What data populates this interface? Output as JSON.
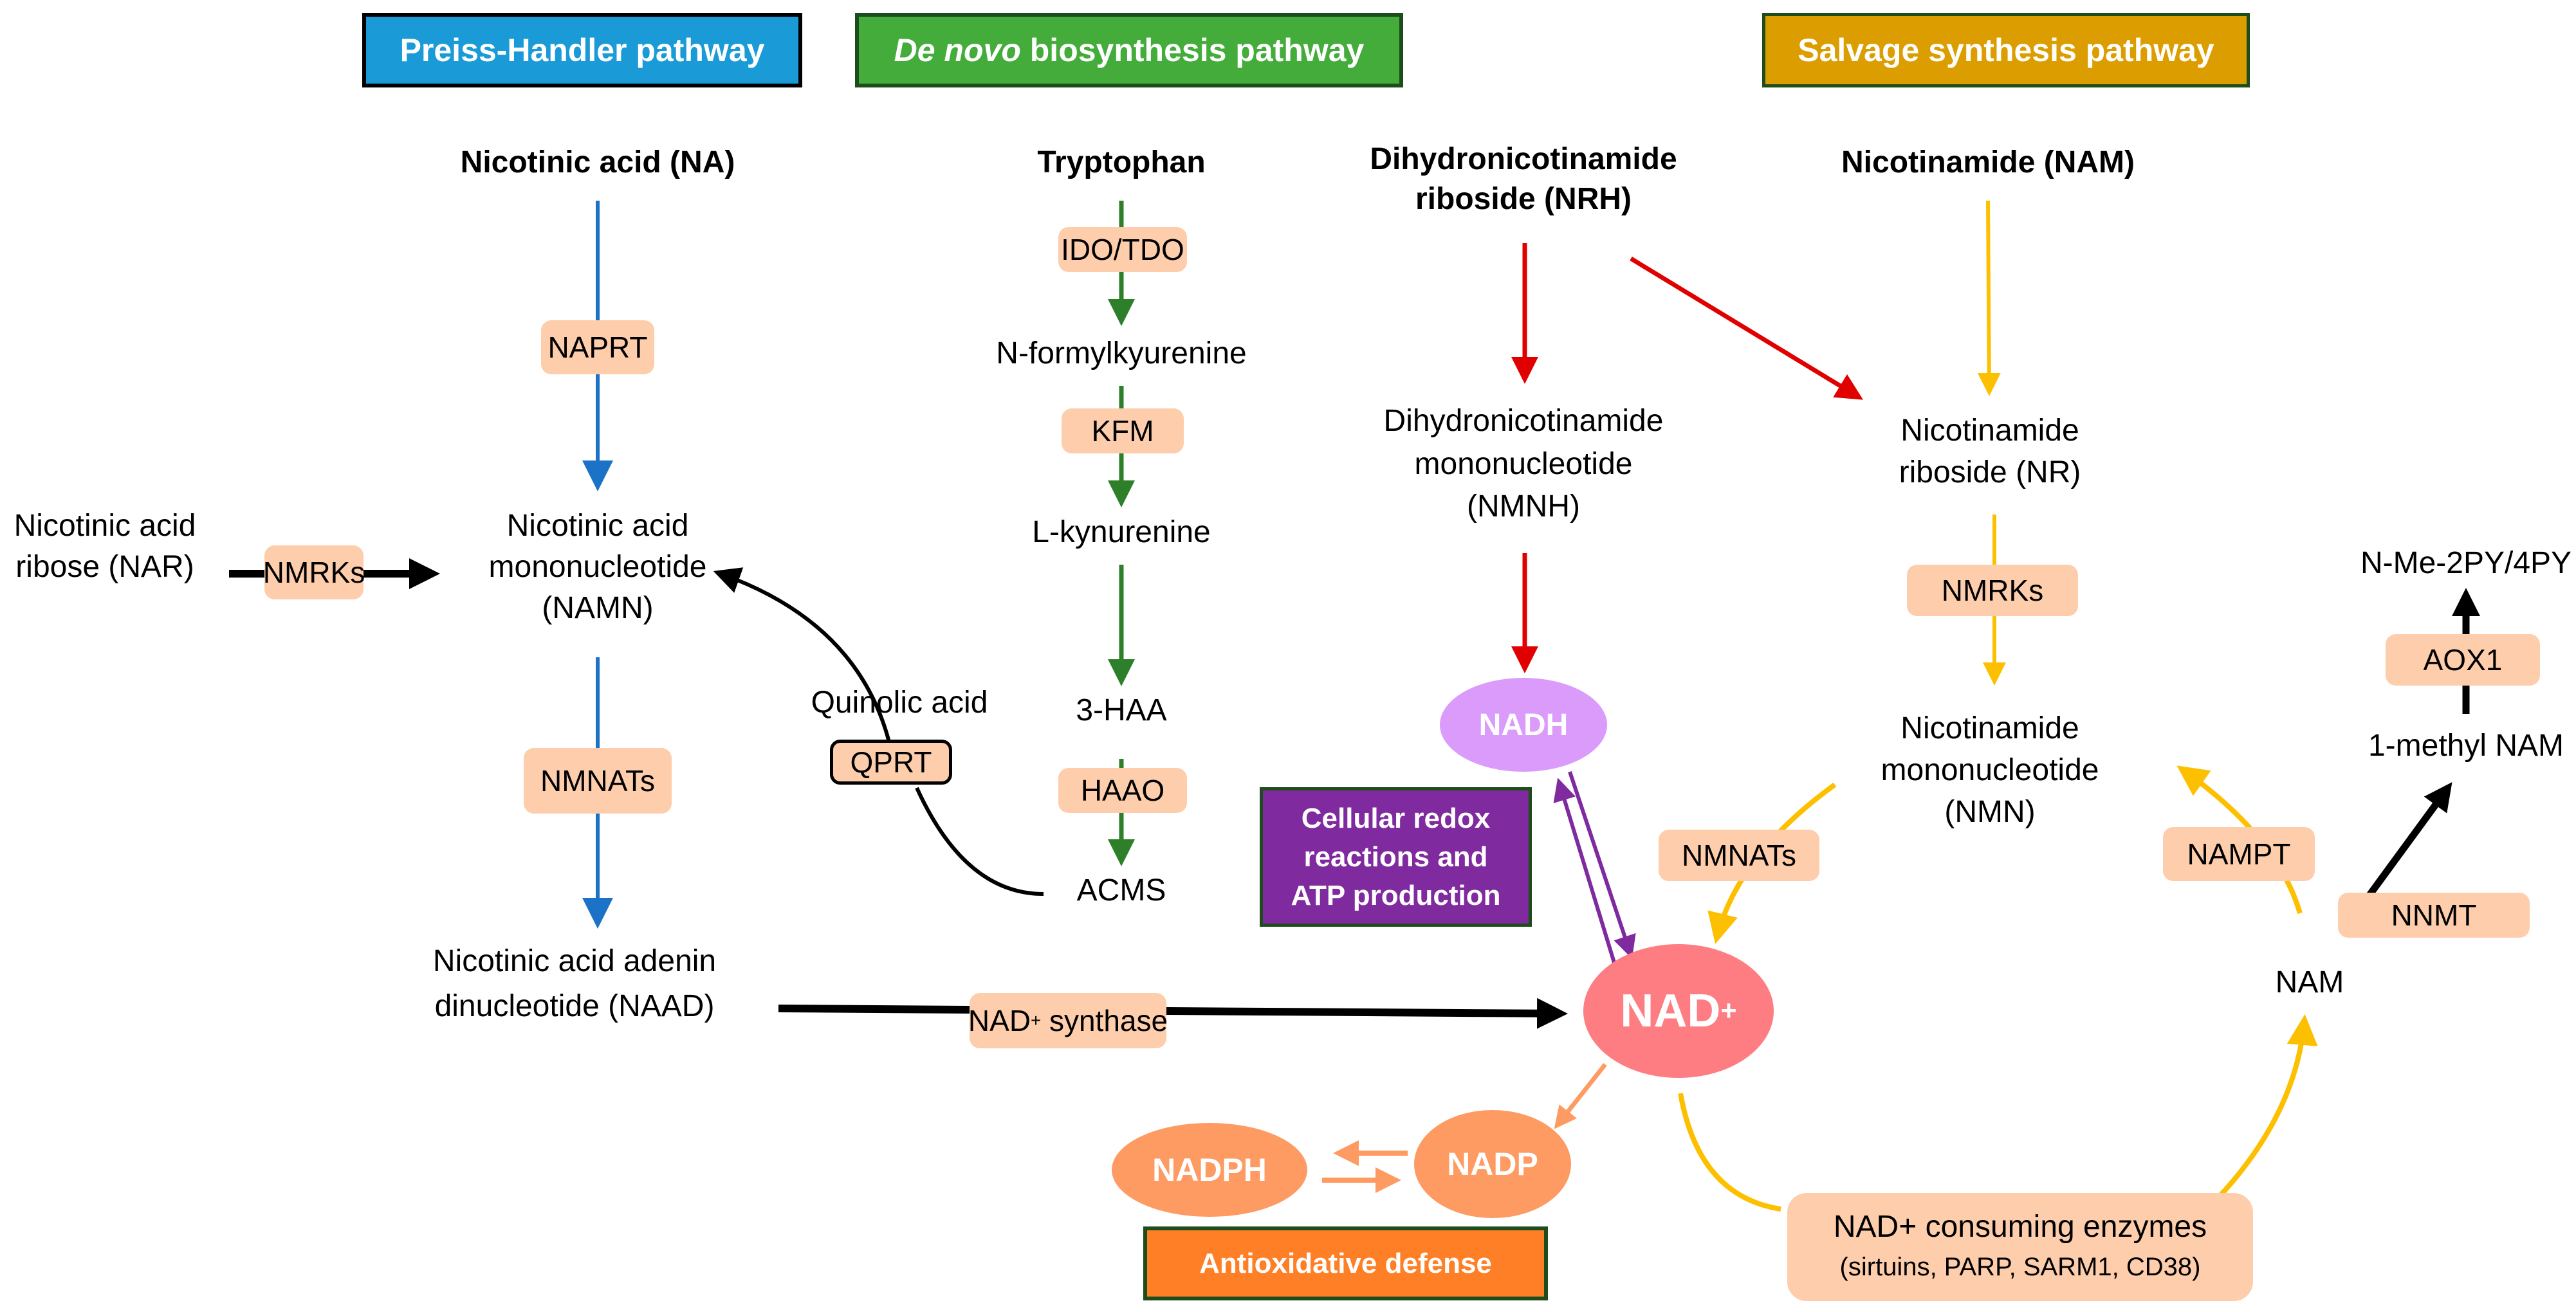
{
  "headers": {
    "preiss_handler": {
      "label": "Preiss-Handler pathway",
      "color": "#1a9bd7"
    },
    "de_novo": {
      "label_italic": "De novo",
      "label_rest": " biosynthesis pathway",
      "color": "#43ac3b"
    },
    "salvage": {
      "label": "Salvage synthesis pathway",
      "color": "#dc9d00"
    }
  },
  "sources": {
    "na": "Nicotinic acid (NA)",
    "tryptophan": "Tryptophan",
    "nrh_line1": "Dihydronicotinamide",
    "nrh_line2": "riboside (NRH)",
    "nam": "Nicotinamide (NAM)"
  },
  "metabolites": {
    "nar_line1": "Nicotinic acid",
    "nar_line2": "ribose (NAR)",
    "namn_line1": "Nicotinic acid",
    "namn_line2": "mononucleotide",
    "namn_line3": "(NAMN)",
    "naad_line1": "Nicotinic acid adenin",
    "naad_line2": "dinucleotide (NAAD)",
    "n_formylkynurenine": "N-formylkyurenine",
    "l_kynurenine": "L-kynurenine",
    "haa": "3-HAA",
    "acms": "ACMS",
    "quinolic_acid": "Quinolic acid",
    "nmnh_line1": "Dihydronicotinamide",
    "nmnh_line2": "mononucleotide",
    "nmnh_line3": "(NMNH)",
    "nr_line1": "Nicotinamide",
    "nr_line2": "riboside (NR)",
    "nmn_line1": "Nicotinamide",
    "nmn_line2": "mononucleotide",
    "nmn_line3": "(NMN)",
    "nam_recycled": "NAM",
    "methyl_nam": "1-methyl NAM",
    "n_me_py": "N-Me-2PY/4PY"
  },
  "enzymes": {
    "naprt": "NAPRT",
    "nmrks_left": "NMRKs",
    "nmnats_left": "NMNATs",
    "ido_tdo": "IDO/TDO",
    "kfm": "KFM",
    "haao": "HAAO",
    "qprt": "QPRT",
    "nad_synthase_base": "NAD",
    "nad_synthase_sup": "+",
    "nad_synthase_rest": " synthase",
    "nmrks_right": "NMRKs",
    "nmnats_right": "NMNATs",
    "nampt": "NAMPT",
    "nnmt": "NNMT",
    "aox1": "AOX1",
    "consuming_line1": "NAD+ consuming enzymes",
    "consuming_line2": "(sirtuins, PARP, SARM1, CD38)"
  },
  "nodes": {
    "nad_base": "NAD",
    "nad_sup": "+",
    "nadh": "NADH",
    "nadph": "NADPH",
    "nadp": "NADP"
  },
  "function_boxes": {
    "redox_line1": "Cellular redox",
    "redox_line2": "reactions and",
    "redox_line3": "ATP production",
    "redox_color": "#7f2a9e",
    "antioxidative": "Antioxidative defense",
    "antioxidative_color": "#fe7f25"
  },
  "colors": {
    "preiss_arrow": "#1b72c6",
    "denovo_arrow": "#2e7f2a",
    "nrh_arrow": "#e00000",
    "salvage_arrow": "#fdc000",
    "redox_arrow": "#7f2a9e",
    "nadp_arrow": "#fd9b63",
    "black_arrow": "#000000",
    "enzyme_fill": "#fdcdac",
    "nad_fill": "#fe7d82",
    "nadh_fill": "#db9bfb",
    "nadp_fill": "#fd9b63"
  }
}
